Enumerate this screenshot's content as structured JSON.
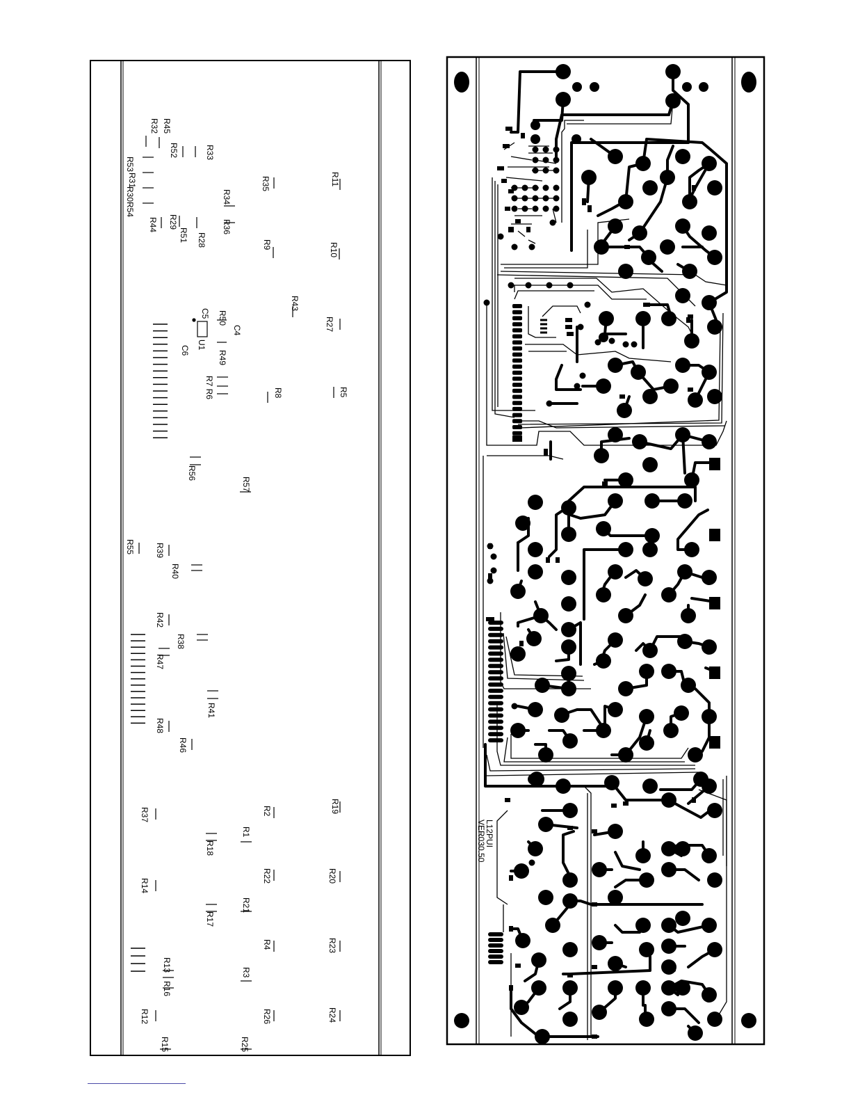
{
  "left_panel": {
    "title": "Component placement (silkscreen)",
    "labels": [
      {
        "text": "R45"
      },
      {
        "text": "R32"
      },
      {
        "text": "R52"
      },
      {
        "text": "R33"
      },
      {
        "text": "R53"
      },
      {
        "text": "R31"
      },
      {
        "text": "R30"
      },
      {
        "text": "R54"
      },
      {
        "text": "R44"
      },
      {
        "text": "R29"
      },
      {
        "text": "R51"
      },
      {
        "text": "R28"
      },
      {
        "text": "R35"
      },
      {
        "text": "R34"
      },
      {
        "text": "R36"
      },
      {
        "text": "R11"
      },
      {
        "text": "R9"
      },
      {
        "text": "R10"
      },
      {
        "text": "R43"
      },
      {
        "text": "R27"
      },
      {
        "text": "R50"
      },
      {
        "text": "C5"
      },
      {
        "text": "C4"
      },
      {
        "text": "U1"
      },
      {
        "text": "C6"
      },
      {
        "text": "R49"
      },
      {
        "text": "R7 R6"
      },
      {
        "text": "R8"
      },
      {
        "text": "R5"
      },
      {
        "text": "R56"
      },
      {
        "text": "R57"
      },
      {
        "text": "R55"
      },
      {
        "text": "R39"
      },
      {
        "text": "R40"
      },
      {
        "text": "R42"
      },
      {
        "text": "R38"
      },
      {
        "text": "R47"
      },
      {
        "text": "R41"
      },
      {
        "text": "R48"
      },
      {
        "text": "R46"
      },
      {
        "text": "R37"
      },
      {
        "text": "R2"
      },
      {
        "text": "R19"
      },
      {
        "text": "R1"
      },
      {
        "text": "R18"
      },
      {
        "text": "R22"
      },
      {
        "text": "R20"
      },
      {
        "text": "R14"
      },
      {
        "text": "R21"
      },
      {
        "text": "R17"
      },
      {
        "text": "R4"
      },
      {
        "text": "R23"
      },
      {
        "text": "R13"
      },
      {
        "text": "R3"
      },
      {
        "text": "R16"
      },
      {
        "text": "R12"
      },
      {
        "text": "R26"
      },
      {
        "text": "R24"
      },
      {
        "text": "R15"
      },
      {
        "text": "R25"
      }
    ]
  },
  "right_panel": {
    "board_text_1": "L12PUI",
    "board_text_2": "VER030.50"
  },
  "colors": {
    "ink": "#000000",
    "paper": "#ffffff",
    "footer_rule": "#4a4aa8"
  }
}
